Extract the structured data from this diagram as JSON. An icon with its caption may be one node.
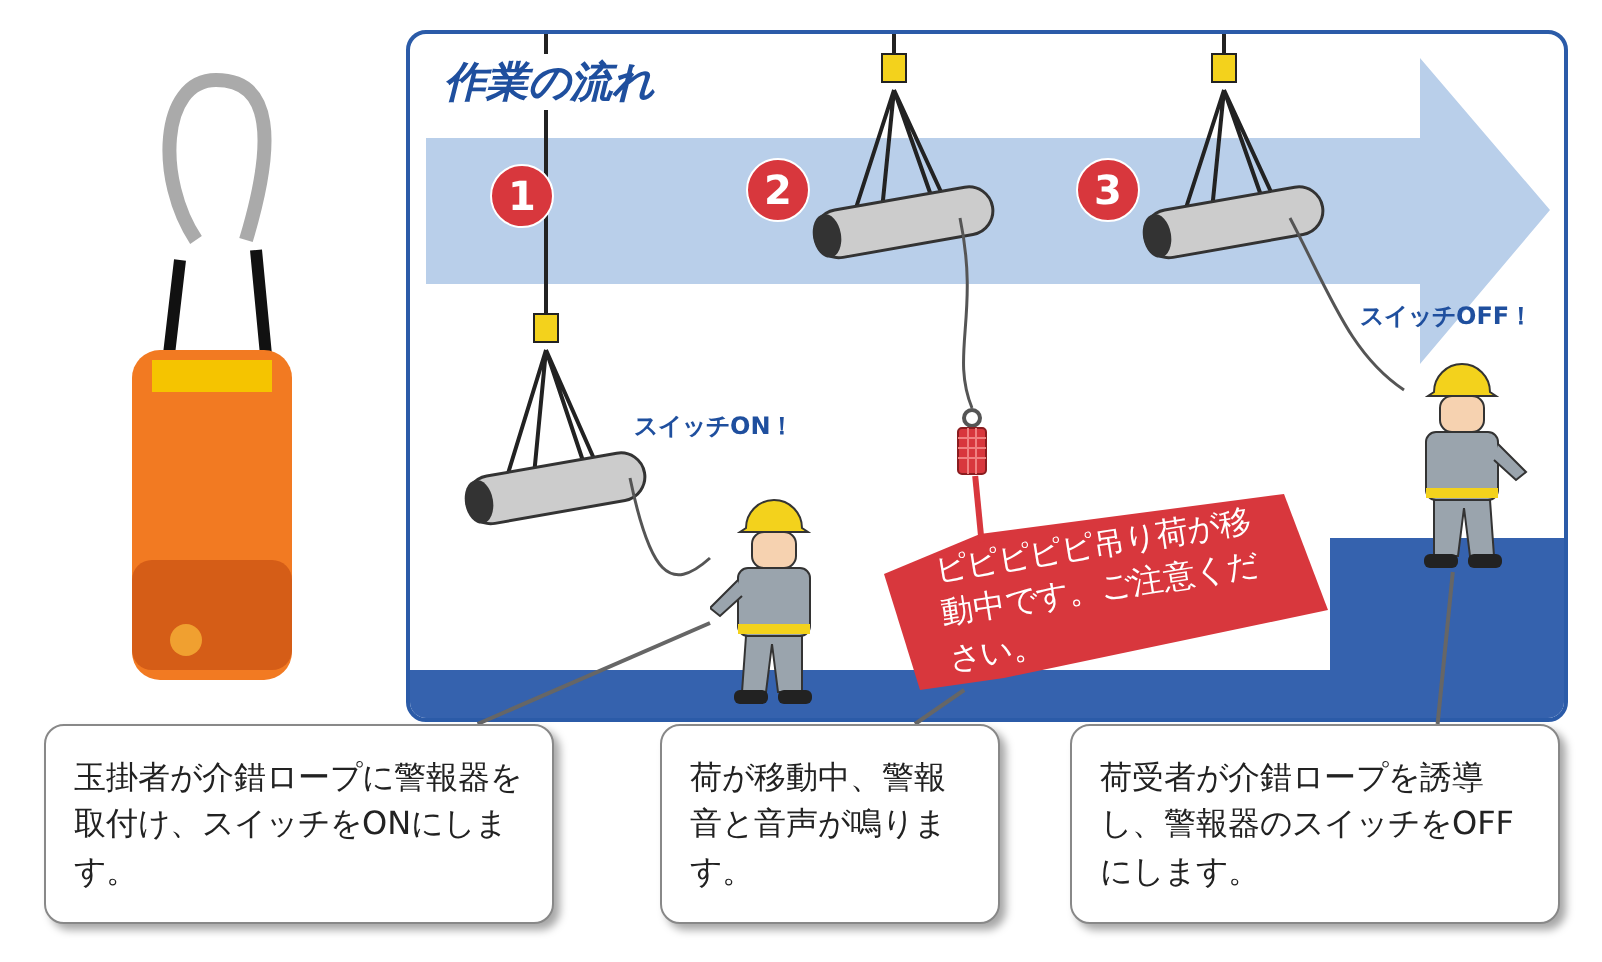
{
  "diagram": {
    "nodes": [
      {
        "text": [
          "作業の流れ"
        ]
      },
      {
        "text": [
          "1"
        ],
        "in": 0
      },
      {
        "text": [
          "2"
        ],
        "in": 0
      },
      {
        "text": [
          "3"
        ],
        "in": 0
      },
      {
        "text": [],
        "shape": "person",
        "in": 0
      },
      {
        "text": [],
        "shape": "box",
        "in": 0
      },
      {
        "text": [],
        "shape": "person",
        "in": 0
      },
      {
        "text": [
          "ピピピピピ吊り荷が移動中です。ご注意ください。"
        ],
        "in": 0
      },
      {
        "text": [
          "玉掛者が介錯ロープに警報器を取付け、スイッチをONにします。"
        ]
      },
      {
        "text": [
          "荷が移動中、警報音と音声が鳴ります。"
        ]
      },
      {
        "text": [
          "荷受者が介錯ロープを誘導し、警報器のスイッチをOFFにします。"
        ]
      }
    ],
    "edges": [
      {
        "from": 7,
        "to": 5,
        "arrow": "none",
        "color": "#d8373d"
      },
      {
        "from": 8,
        "to": 4,
        "arrow": "none"
      },
      {
        "from": 9,
        "to": 7,
        "arrow": "none"
      },
      {
        "from": 10,
        "to": 6,
        "arrow": "none"
      }
    ],
    "labels": [
      "スイッチON！",
      "スイッチOFF！"
    ]
  }
}
